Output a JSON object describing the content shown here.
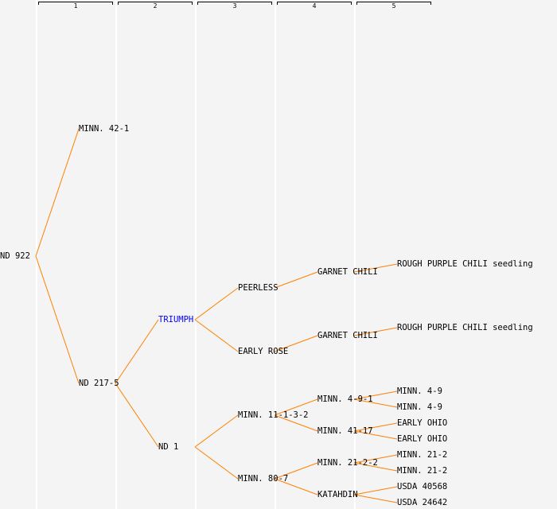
{
  "columns": [
    "1",
    "2",
    "3",
    "4",
    "5"
  ],
  "colors": {
    "edge": "#ff8000",
    "highlight": "#0000ff",
    "text": "#000000"
  },
  "tree": {
    "name": "ND 922",
    "children": [
      {
        "name": "MINN. 42-1",
        "children": []
      },
      {
        "name": "ND 217-5",
        "children": [
          {
            "name": "TRIUMPH",
            "highlight": true,
            "children": [
              {
                "name": "PEERLESS",
                "children": [
                  {
                    "name": "GARNET CHILI",
                    "children": [
                      {
                        "name": "ROUGH PURPLE CHILI seedling",
                        "children": []
                      }
                    ]
                  }
                ]
              },
              {
                "name": "EARLY ROSE",
                "children": [
                  {
                    "name": "GARNET CHILI",
                    "children": [
                      {
                        "name": "ROUGH PURPLE CHILI seedling",
                        "children": []
                      }
                    ]
                  }
                ]
              }
            ]
          },
          {
            "name": "ND 1",
            "children": [
              {
                "name": "MINN. 11-1-3-2",
                "children": [
                  {
                    "name": "MINN. 4-9-1",
                    "children": [
                      {
                        "name": "MINN. 4-9",
                        "children": []
                      },
                      {
                        "name": "MINN. 4-9",
                        "children": []
                      }
                    ]
                  },
                  {
                    "name": "MINN. 41-17",
                    "children": [
                      {
                        "name": "EARLY OHIO",
                        "children": []
                      },
                      {
                        "name": "EARLY OHIO",
                        "children": []
                      }
                    ]
                  }
                ]
              },
              {
                "name": "MINN. 80-7",
                "children": [
                  {
                    "name": "MINN. 21-2-2",
                    "children": [
                      {
                        "name": "MINN. 21-2",
                        "children": []
                      },
                      {
                        "name": "MINN. 21-2",
                        "children": []
                      }
                    ]
                  },
                  {
                    "name": "KATAHDIN",
                    "children": [
                      {
                        "name": "USDA 40568",
                        "children": []
                      },
                      {
                        "name": "USDA 24642",
                        "children": []
                      }
                    ]
                  }
                ]
              }
            ]
          }
        ]
      }
    ]
  }
}
